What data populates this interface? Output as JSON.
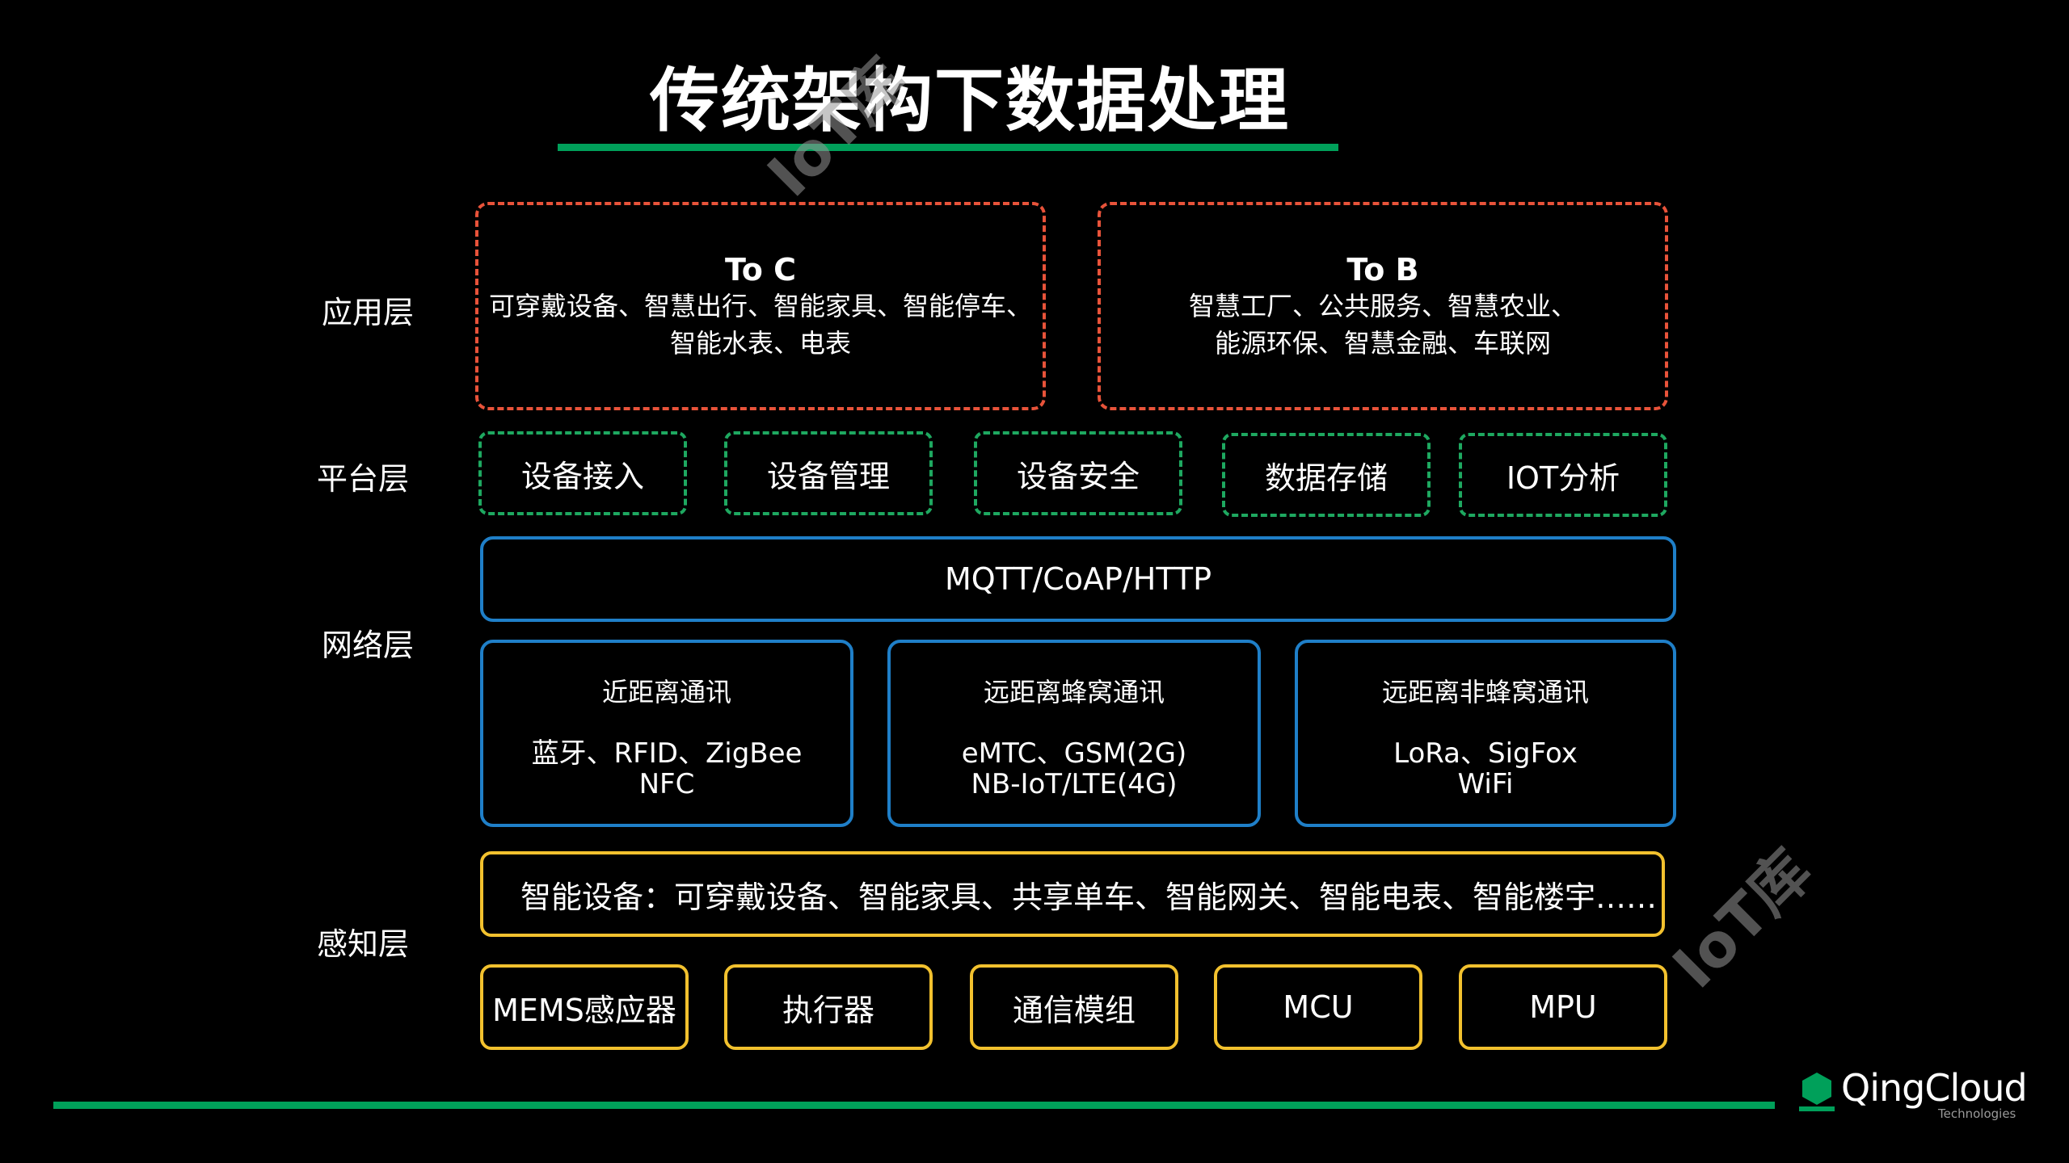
{
  "title": "传统架构下数据处理",
  "watermark": "IoT库",
  "layers": {
    "application": "应用层",
    "platform": "平台层",
    "network": "网络层",
    "perception": "感知层"
  },
  "application": {
    "to_c": {
      "title": "To C",
      "line1": "可穿戴设备、智慧出行、智能家具、智能停车、",
      "line2": "智能水表、电表"
    },
    "to_b": {
      "title": "To B",
      "line1": "智慧工厂、公共服务、智慧农业、",
      "line2": "能源环保、智慧金融、车联网"
    }
  },
  "platform": {
    "items": [
      "设备接入",
      "设备管理",
      "设备安全",
      "数据存储",
      "IOT分析"
    ]
  },
  "network": {
    "protocols": "MQTT/CoAP/HTTP",
    "groups": [
      {
        "title": "近距离通讯",
        "line1": "蓝牙、RFID、ZigBee",
        "line2": "NFC"
      },
      {
        "title": "远距离蜂窝通讯",
        "line1": "eMTC、GSM(2G)",
        "line2": "NB-IoT/LTE(4G)"
      },
      {
        "title": "远距离非蜂窝通讯",
        "line1": "LoRa、SigFox",
        "line2": "WiFi"
      }
    ]
  },
  "perception": {
    "devices": "智能设备：可穿戴设备、智能家具、共享单车、智能网关、智能电表、智能楼宇……",
    "components": [
      "MEMS感应器",
      "执行器",
      "通信模组",
      "MCU",
      "MPU"
    ]
  },
  "footer": {
    "brand": "QingCloud",
    "brand_sub": "Technologies"
  },
  "colors": {
    "application_border": "#e8533a",
    "platform_border": "#1ea860",
    "network_border": "#1f7fc8",
    "perception_border": "#f2c12e",
    "accent_line": "#00a05a"
  }
}
